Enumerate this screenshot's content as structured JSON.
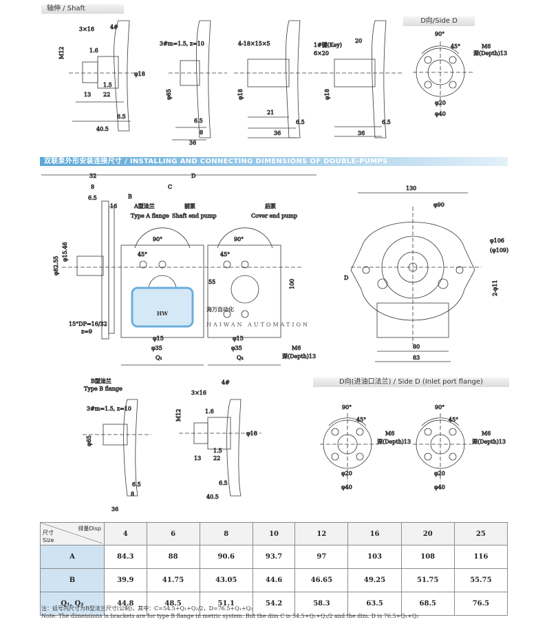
{
  "headers": {
    "shaft": "轴伸 / Shaft",
    "side_d": "D向/Side D",
    "double_pumps": "双联泵外形安装连接尺寸 / INSTALLING AND CONNECTING DIMENSIONS OF DOUBLE-PUMPS",
    "inlet_side_d": "D向(进油口法兰) / Side D (Inlet port flange)"
  },
  "labels": {
    "key": "1#键(Key)",
    "key_size": "6×20",
    "m12": "M12",
    "thread_3x16": "3×16",
    "no4": "4#",
    "spline_a": "3#m=1.5, z=10",
    "spline_b": "4-18×15×5",
    "type_a": "A型法兰",
    "type_a_en": "Type A flange",
    "front_pump": "前泵",
    "front_pump_en": "Shaft end pump",
    "rear_pump": "后泵",
    "rear_pump_en": "Cover end pump",
    "type_b": "B型法兰",
    "type_b_en": "Type B flange",
    "m6": "M6",
    "depth13": "深(Depth)13",
    "dp": "15°DP=16/32",
    "z9": "z=9",
    "q1": "Q₁",
    "q2": "Q₂"
  },
  "dims": {
    "d32": "32",
    "dD": "D",
    "d8": "8",
    "dB": "B",
    "dC": "C",
    "d65": "6.5",
    "d16": "16",
    "dA": "A",
    "d130": "130",
    "dphi90": "φ90",
    "dphi106": "φ106",
    "dphi109": "(φ109)",
    "d2phi11": "2-φ11",
    "d80": "80",
    "d83": "83",
    "d55": "55",
    "d100": "100",
    "dphi15": "φ15",
    "dphi35": "φ35",
    "dphi20": "φ20",
    "dphi40": "φ40",
    "d90deg": "90°",
    "d45deg": "45°",
    "d20": "20",
    "d21": "21",
    "d36": "36",
    "d405": "40.5",
    "d13": "13",
    "d22": "22",
    "d15": "1.5",
    "d16a": "1.6",
    "dphi18": "φ18",
    "dphi65": "φ65",
    "dphi8255": "φ82.55",
    "dphi15_46": "φ15.46"
  },
  "watermark": {
    "cn": "海万自动化",
    "en": "HAIWAN AUTOMATION"
  },
  "table": {
    "corner_top": "排量Disp",
    "corner_mid": "尺寸",
    "corner_bot": "Size",
    "columns": [
      "4",
      "6",
      "8",
      "10",
      "12",
      "16",
      "20",
      "25"
    ],
    "rows": [
      {
        "label": "A",
        "values": [
          "84.3",
          "88",
          "90.6",
          "93.7",
          "97",
          "103",
          "108",
          "116"
        ]
      },
      {
        "label": "B",
        "values": [
          "39.9",
          "41.75",
          "43.05",
          "44.6",
          "46.65",
          "49.25",
          "51.75",
          "55.75"
        ]
      },
      {
        "label": "Q₁, Q₂",
        "values": [
          "44.8",
          "48.5",
          "51.1",
          "54.2",
          "58.3",
          "63.5",
          "68.5",
          "76.5"
        ]
      }
    ]
  },
  "notes": {
    "cn": "注：括号内尺寸为B型法兰尺寸(公制)，其中：C=54.5+Q₁+Q₂/2，D=76.5+Q₁+Q₂",
    "en": "Note: The dimensions is brackets are for type B flange in metric system. But the dim C is 54.5+Q₁+Q₂/2 and the dim. D is 76.5+Q₁+Q₂"
  },
  "colors": {
    "band_start": "#5aa6d6",
    "row_header": "#cfe3f3",
    "watermark": "#6aaedd"
  }
}
